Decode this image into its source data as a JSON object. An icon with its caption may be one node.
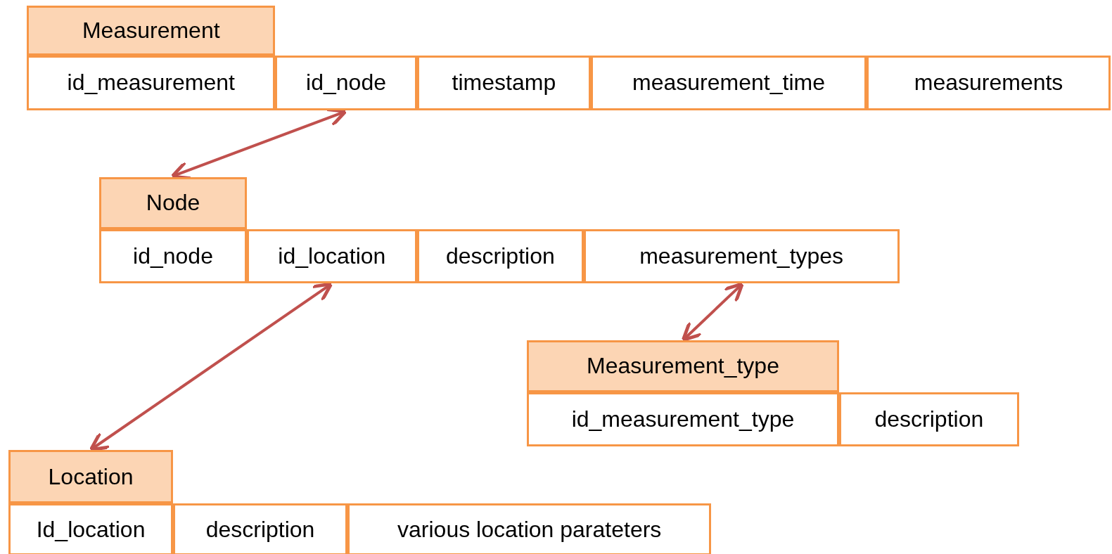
{
  "diagram": {
    "nodes": [
      {
        "text": [
          "Measurement"
        ]
      },
      {
        "text": [
          "id_measurement"
        ]
      },
      {
        "text": [
          "id_node"
        ]
      },
      {
        "text": [
          "timestamp"
        ]
      },
      {
        "text": [
          "measurement_time"
        ]
      },
      {
        "text": [
          "measurements"
        ]
      },
      {
        "text": [
          "Node"
        ]
      },
      {
        "text": [
          "id_node"
        ]
      },
      {
        "text": [
          "id_location"
        ]
      },
      {
        "text": [
          "description"
        ]
      },
      {
        "text": [
          "measurement_types"
        ]
      },
      {
        "text": [
          "Measurement_type"
        ]
      },
      {
        "text": [
          "id_measurement_type"
        ]
      },
      {
        "text": [
          "description"
        ]
      },
      {
        "text": [
          "Location"
        ]
      },
      {
        "text": [
          "Id_location"
        ]
      },
      {
        "text": [
          "description"
        ]
      },
      {
        "text": [
          "various location parateters"
        ]
      }
    ],
    "edges": [
      {
        "from": 2,
        "to": 6,
        "arrow": "both"
      },
      {
        "from": 8,
        "to": 14,
        "arrow": "both"
      },
      {
        "from": 10,
        "to": 11,
        "arrow": "both"
      }
    ]
  }
}
